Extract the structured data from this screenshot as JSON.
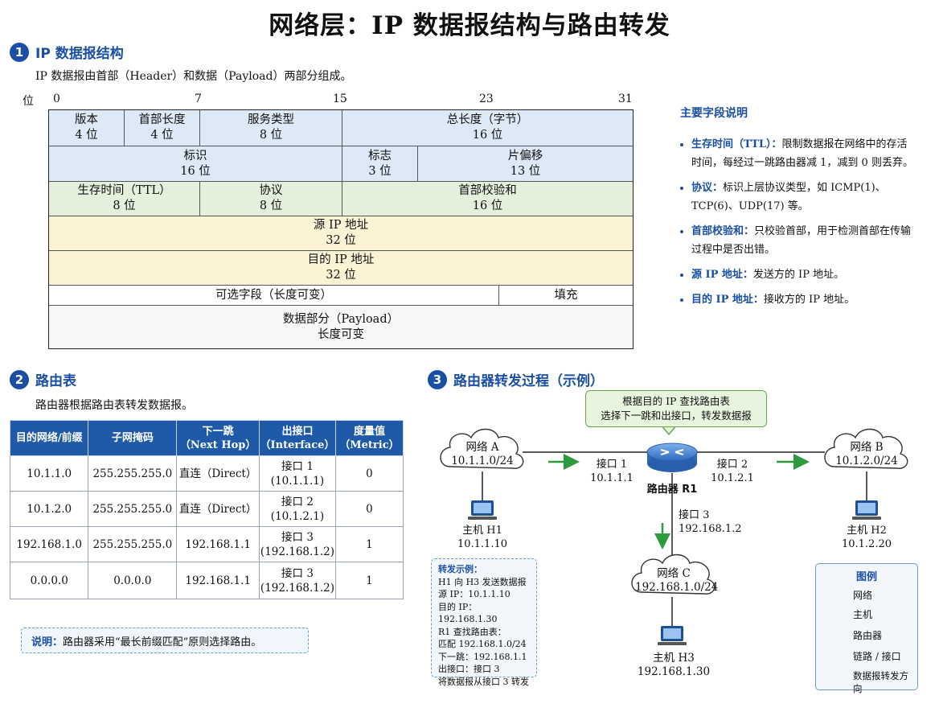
{
  "page_title": "网络层：IP 数据报结构与路由转发",
  "sections": [
    {
      "num": "1",
      "title": "IP 数据报结构",
      "desc": "IP 数据报由首部（Header）和数据（Payload）两部分组成。"
    },
    {
      "num": "2",
      "title": "路由表",
      "desc": "路由器根据路由表转发数据报。"
    },
    {
      "num": "3",
      "title": "路由器转发过程（示例）"
    }
  ],
  "bit_axis": {
    "label": "位",
    "ticks": [
      "0",
      "7",
      "15",
      "23",
      "31"
    ]
  },
  "header_fields": {
    "version": {
      "name": "版本",
      "size": "4 位"
    },
    "ihl": {
      "name": "首部长度",
      "size": "4 位"
    },
    "tos": {
      "name": "服务类型",
      "size": "8 位"
    },
    "total_length": {
      "name": "总长度（字节）",
      "size": "16 位"
    },
    "identification": {
      "name": "标识",
      "size": "16 位"
    },
    "flags": {
      "name": "标志",
      "size": "3 位"
    },
    "fragment_offset": {
      "name": "片偏移",
      "size": "13 位"
    },
    "ttl": {
      "name": "生存时间（TTL）",
      "size": "8 位"
    },
    "protocol": {
      "name": "协议",
      "size": "8 位"
    },
    "checksum": {
      "name": "首部校验和",
      "size": "16 位"
    },
    "src_ip": {
      "name": "源 IP 地址",
      "size": "32 位"
    },
    "dst_ip": {
      "name": "目的 IP 地址",
      "size": "32 位"
    },
    "options": {
      "name": "可选字段（长度可变）"
    },
    "padding": {
      "name": "填充"
    },
    "payload": {
      "name": "数据部分（Payload）",
      "size": "长度可变"
    }
  },
  "field_notes": {
    "title": "主要字段说明",
    "items": [
      {
        "key": "生存时间（TTL）：",
        "text": "限制数据报在网络中的存活时间，每经过一跳路由器减 1，减到 0 则丢弃。"
      },
      {
        "key": "协议：",
        "text": "标识上层协议类型，如 ICMP(1)、TCP(6)、UDP(17) 等。"
      },
      {
        "key": "首部校验和：",
        "text": "只校验首部，用于检测首部在传输过程中是否出错。"
      },
      {
        "key": "源 IP 地址：",
        "text": "发送方的 IP 地址。"
      },
      {
        "key": "目的 IP 地址：",
        "text": "接收方的 IP 地址。"
      }
    ]
  },
  "routing_table": {
    "headers": [
      {
        "l1": "目的网络/前缀",
        "l2": ""
      },
      {
        "l1": "子网掩码",
        "l2": ""
      },
      {
        "l1": "下一跳",
        "l2": "（Next Hop）"
      },
      {
        "l1": "出接口",
        "l2": "（Interface）"
      },
      {
        "l1": "度量值",
        "l2": "（Metric）"
      }
    ],
    "rows": [
      {
        "dest": "10.1.1.0",
        "mask": "255.255.255.0",
        "next_hop": "直连（Direct）",
        "if1": "接口 1",
        "if2": "(10.1.1.1)",
        "metric": "0"
      },
      {
        "dest": "10.1.2.0",
        "mask": "255.255.255.0",
        "next_hop": "直连（Direct）",
        "if1": "接口 2",
        "if2": "(10.1.2.1)",
        "metric": "0"
      },
      {
        "dest": "192.168.1.0",
        "mask": "255.255.255.0",
        "next_hop": "192.168.1.1",
        "if1": "接口 3",
        "if2": "(192.168.1.2)",
        "metric": "1"
      },
      {
        "dest": "0.0.0.0",
        "mask": "0.0.0.0",
        "next_hop": "192.168.1.1",
        "if1": "接口 3",
        "if2": "(192.168.1.2)",
        "metric": "1"
      }
    ]
  },
  "table_note": {
    "key": "说明：",
    "text": "路由器采用“最长前缀匹配”原则选择路由。"
  },
  "diagram": {
    "callout": {
      "line1": "根据目的 IP 查找路由表",
      "line2": "选择下一跳和出接口，转发数据报"
    },
    "network_a": {
      "name": "网络 A",
      "prefix": "10.1.1.0/24"
    },
    "network_b": {
      "name": "网络 B",
      "prefix": "10.1.2.0/24"
    },
    "network_c": {
      "name": "网络 C",
      "prefix": "192.168.1.0/24"
    },
    "router": {
      "name": "路由器 R1"
    },
    "if1": {
      "name": "接口 1",
      "ip": "10.1.1.1"
    },
    "if2": {
      "name": "接口 2",
      "ip": "10.1.2.1"
    },
    "if3": {
      "name": "接口 3",
      "ip": "192.168.1.2"
    },
    "host_h1": {
      "name": "主机 H1",
      "ip": "10.1.1.10"
    },
    "host_h2": {
      "name": "主机 H2",
      "ip": "10.1.2.20"
    },
    "host_h3": {
      "name": "主机 H3",
      "ip": "192.168.1.30"
    },
    "example": {
      "title": "转发示例：",
      "lines": [
        "H1 向 H3 发送数据报",
        "源 IP：10.1.1.10",
        "目的 IP：192.168.1.30",
        "R1 查找路由表：",
        "匹配 192.168.1.0/24",
        "下一跳：192.168.1.1",
        "出接口：接口 3",
        "将数据报从接口 3 转发"
      ]
    },
    "legend": {
      "title": "图例",
      "items": [
        "网络",
        "主机",
        "路由器",
        "链路 / 接口",
        "数据报转发方向"
      ]
    }
  },
  "colors": {
    "accent": "#1a4fa3",
    "arrow": "#2e9a3e",
    "router": "#3f7fd0"
  }
}
